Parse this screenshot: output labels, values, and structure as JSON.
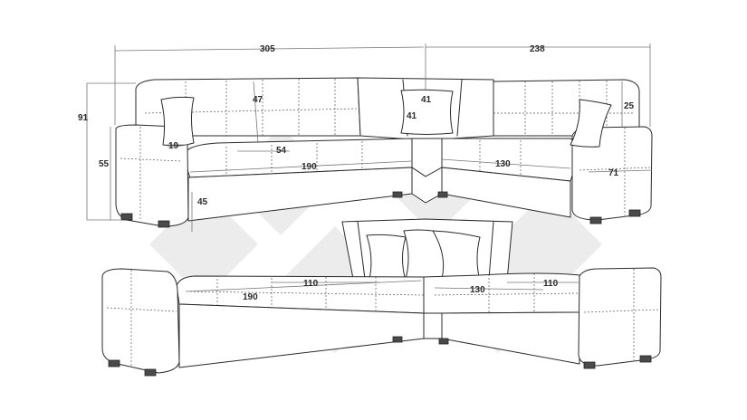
{
  "dimensions": {
    "total_width_left": "305",
    "total_width_right": "238",
    "total_height": "91",
    "arm_height": "55",
    "back_height_left": "47",
    "pillow_width": "41",
    "pillow_height": "41",
    "backrest_depth": "25",
    "arm_width": "19",
    "seat_depth": "54",
    "seat_length_left": "190",
    "seat_length_right": "130",
    "arm_depth": "71",
    "seat_height": "45",
    "bed_length": "190",
    "bed_width_left": "110",
    "bed_length_right": "130",
    "bed_width_right": "110"
  },
  "colors": {
    "line": "#2a2a2a",
    "dimension": "#777777",
    "watermark": "#ececec"
  }
}
